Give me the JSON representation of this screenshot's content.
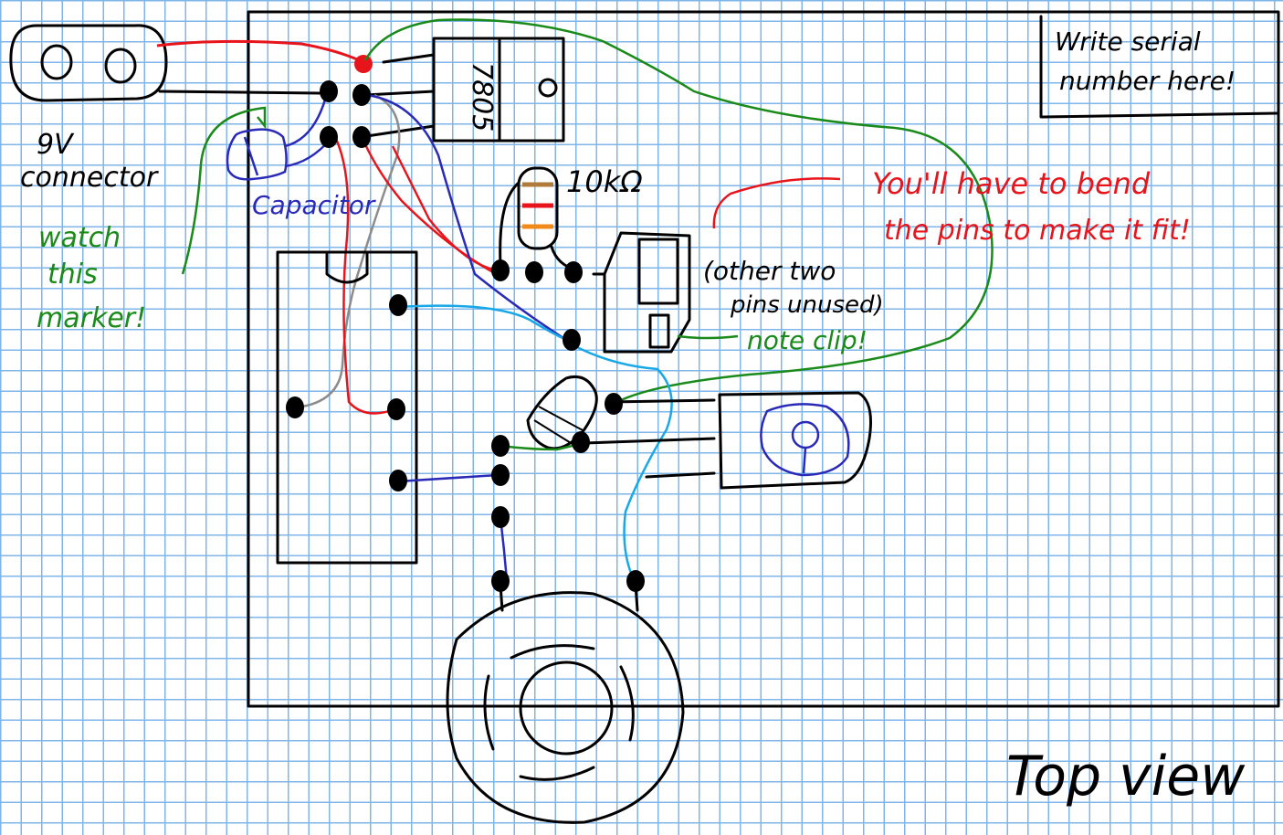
{
  "labels": {
    "serial_box": [
      "Write serial",
      "number here!"
    ],
    "connector": [
      "9V",
      "connector"
    ],
    "capacitor": "Capacitor",
    "marker_note": [
      "watch",
      "this",
      "marker!"
    ],
    "regulator": "7805",
    "resistor": "10kΩ",
    "bend_note": [
      "You'll have to bend",
      "the pins to make it fit!"
    ],
    "unused_note": [
      "(other two",
      "pins unused)"
    ],
    "clip_note": "note clip!",
    "view": "Top view"
  },
  "colors": {
    "ink": "#000000",
    "red": "#e8141c",
    "green": "#1a8a1a",
    "blue": "#2a2ab8",
    "light_blue": "#18a8e8",
    "gray": "#8c8c8c",
    "grid": "#7fb6ea"
  }
}
